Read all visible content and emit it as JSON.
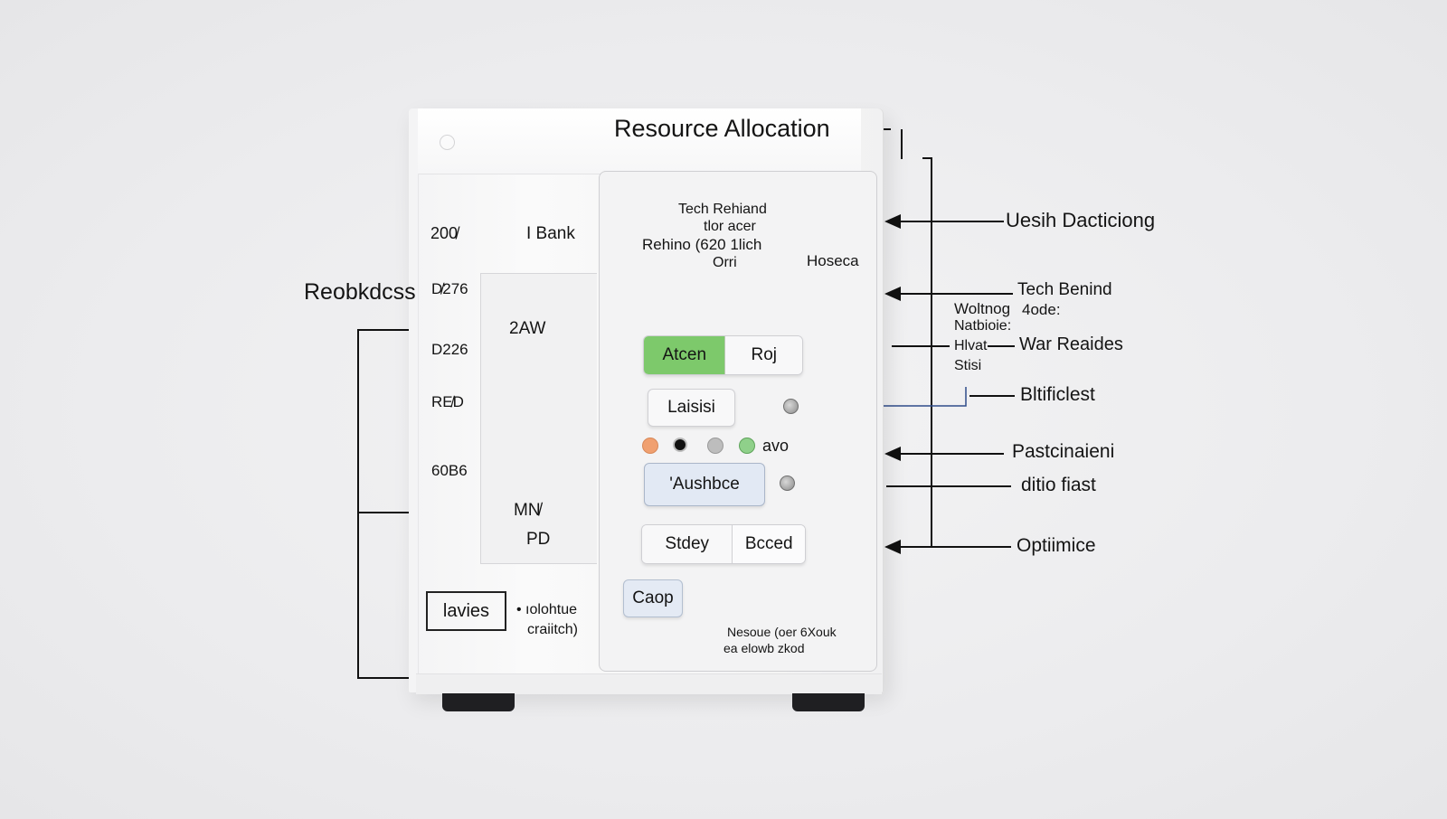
{
  "title": "Resource Allocation",
  "left_labels": {
    "side_title": "Reobkdcss",
    "l1": "200̸",
    "l1_arrow_label": "I Bank",
    "l2": "D̸276",
    "l3": "2AW",
    "l4": "D226",
    "l5": "RE̸D",
    "l6": "60B6",
    "l7": "MN̸",
    "l8": "PD",
    "legend_box": "lavies",
    "legend_note_1": "• ıolohtue",
    "legend_note_2": "craiitch)"
  },
  "panel": {
    "text_block_line1": "Tech Rehiand",
    "text_block_line2": "tlor acer",
    "text_block_line3": "Rehino (620 1lich",
    "text_block_line4": "Orri",
    "side_note": "Hoseca",
    "seg1_left": "Atcen",
    "seg1_right": "Roj",
    "btn_middle": "Laisisi",
    "dots_label": "avo",
    "btn_selected": "'Aushbce",
    "seg2_left": "Stdey",
    "seg2_right": "Bcced",
    "btn_small": "Caop",
    "note_line1": "Nesoue (oer 6Xouk",
    "note_line2": "ea elowb zkod"
  },
  "right_labels": {
    "r1": "Uesih Dacticiong",
    "r2": "Tech Benind",
    "r2b_1": "Woltnog",
    "r2b_2": "Natbioie:",
    "r2b_3": "Hlvat",
    "r2b_4": "Stisi",
    "r2c": "4ode:",
    "r3": "War Reaides",
    "r4": "Bltificlest",
    "r5": "Pastcinaieni",
    "r6": "ditio fiast",
    "r7": "Optiimice"
  },
  "colors": {
    "accent_green": "#7dc96b",
    "dot_orange": "#f0a070",
    "dot_green": "#8fd08a",
    "selected_bg": "#e2e9f4",
    "connector_blue": "#2f4c8a"
  },
  "icons": [
    "power-icon",
    "waveform-icon"
  ]
}
